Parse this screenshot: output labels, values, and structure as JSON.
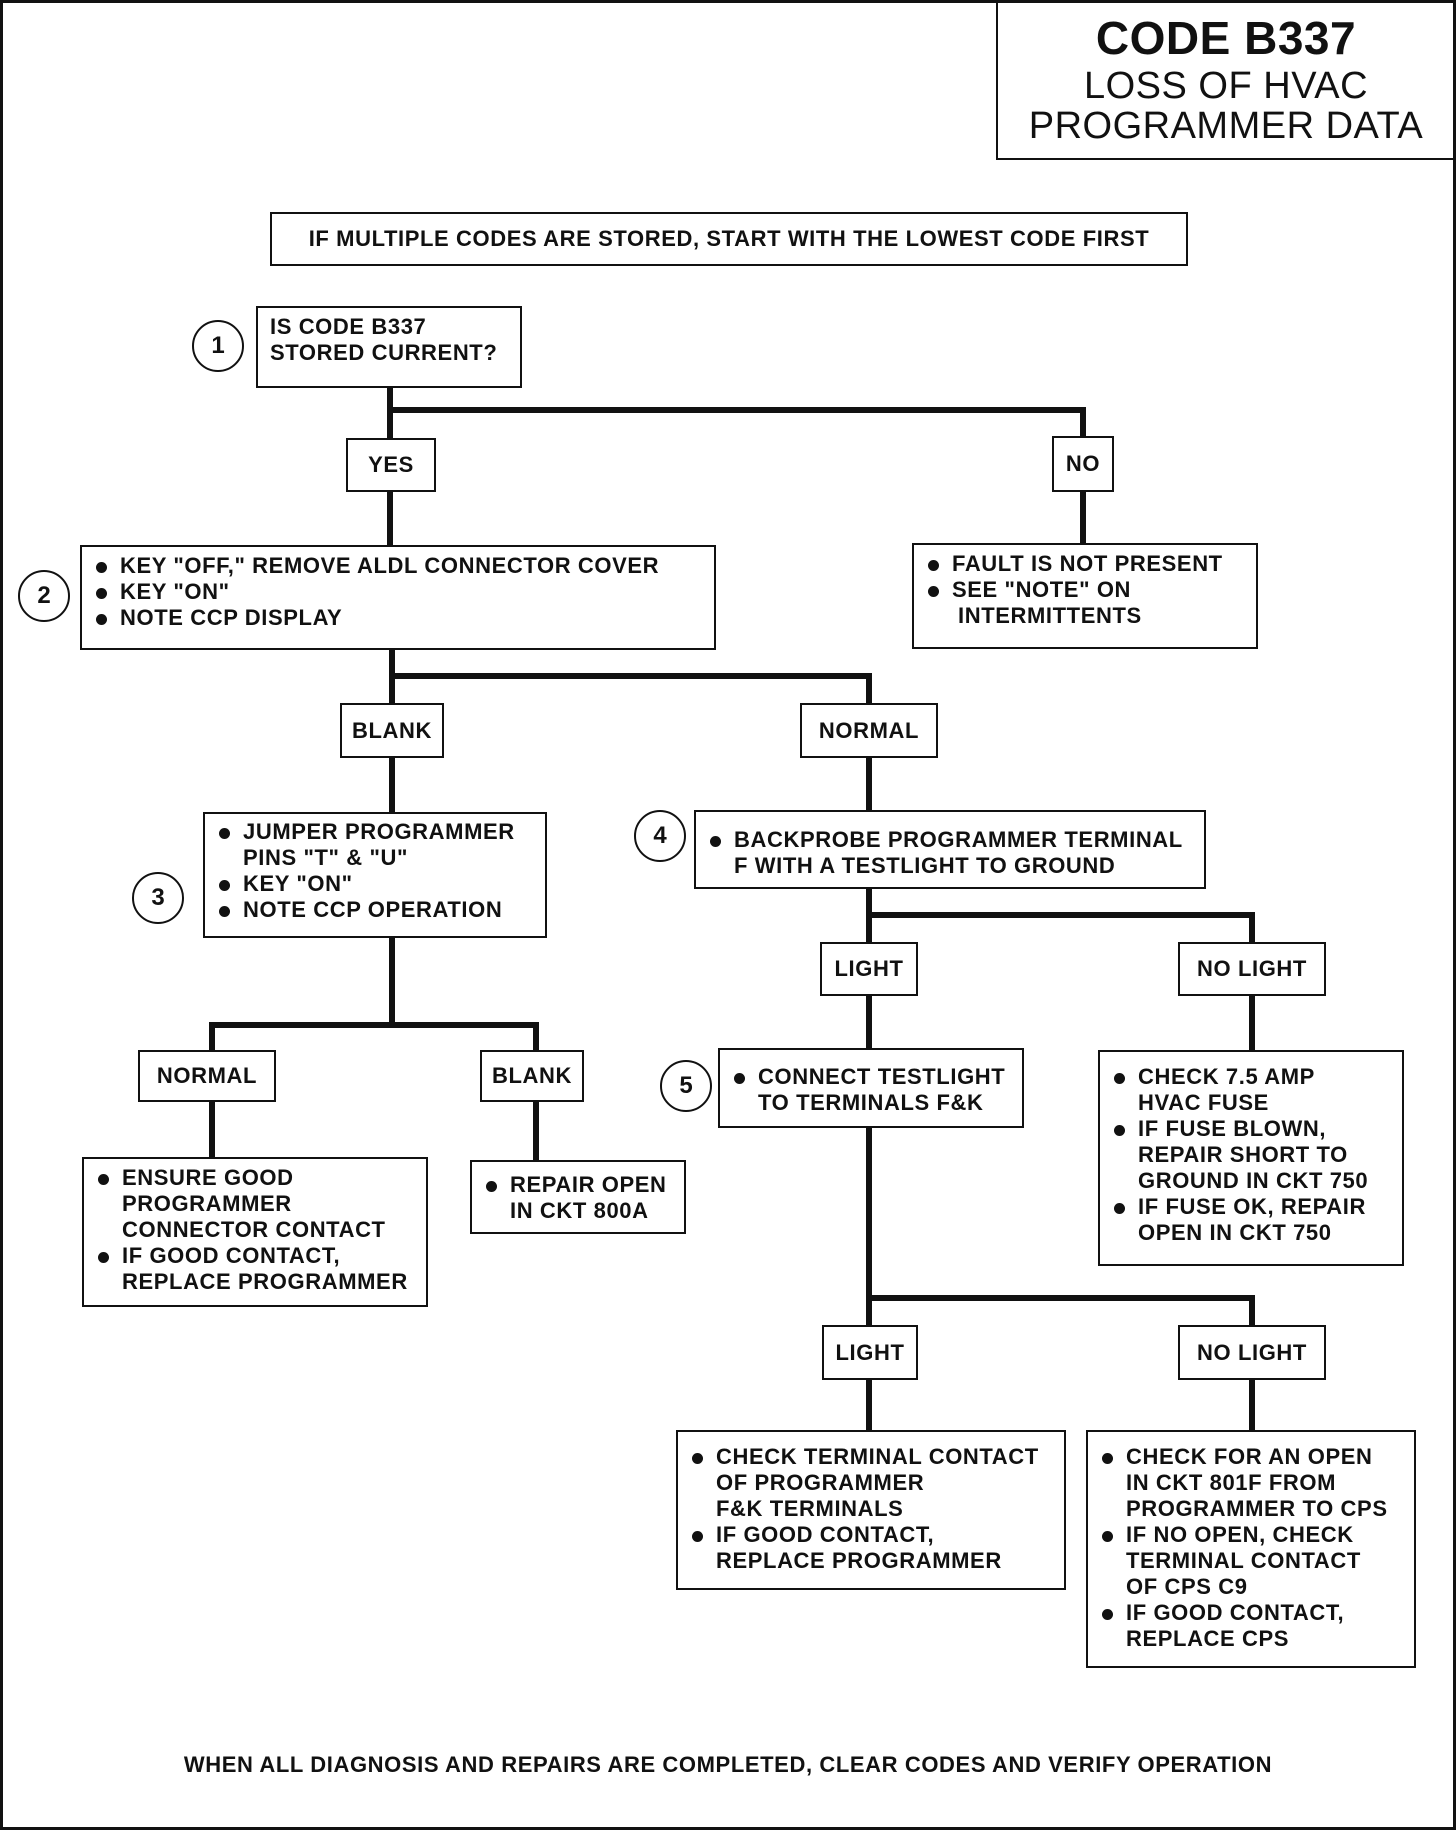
{
  "title": {
    "code": "CODE B337",
    "line1": "LOSS OF HVAC",
    "line2": "PROGRAMMER DATA"
  },
  "banner": "IF MULTIPLE CODES ARE STORED, START WITH THE LOWEST CODE FIRST",
  "steps": [
    "1",
    "2",
    "3",
    "4",
    "5"
  ],
  "labels": {
    "yes": "YES",
    "no": "NO",
    "blank": "BLANK",
    "normal": "NORMAL",
    "light": "LIGHT",
    "no_light": "NO LIGHT"
  },
  "boxes": {
    "q1": [
      "IS CODE B337",
      "STORED CURRENT?"
    ],
    "s2": [
      "KEY \"OFF,\" REMOVE ALDL CONNECTOR COVER",
      "KEY \"ON\"",
      "NOTE CCP DISPLAY"
    ],
    "fault": [
      "FAULT IS NOT PRESENT",
      "SEE \"NOTE\" ON",
      "INTERMITTENTS"
    ],
    "s3": [
      "JUMPER PROGRAMMER",
      "PINS \"T\" & \"U\"",
      "KEY \"ON\"",
      "NOTE CCP OPERATION"
    ],
    "s4": [
      "BACKPROBE PROGRAMMER TERMINAL",
      "F WITH A TESTLIGHT TO GROUND"
    ],
    "s5": [
      "CONNECT TESTLIGHT",
      "TO TERMINALS F&K"
    ],
    "fuse": [
      "CHECK 7.5 AMP",
      "HVAC FUSE",
      "IF FUSE BLOWN,",
      "REPAIR SHORT TO",
      "GROUND IN CKT 750",
      "IF FUSE OK, REPAIR",
      "OPEN IN CKT 750"
    ],
    "ensure": [
      "ENSURE GOOD",
      "PROGRAMMER",
      "CONNECTOR CONTACT",
      "IF GOOD CONTACT,",
      "REPLACE PROGRAMMER"
    ],
    "repair800": [
      "REPAIR OPEN",
      "IN CKT 800A"
    ],
    "checkterm": [
      "CHECK TERMINAL CONTACT",
      "OF PROGRAMMER",
      "F&K TERMINALS",
      "IF GOOD CONTACT,",
      "REPLACE PROGRAMMER"
    ],
    "checkopen": [
      "CHECK FOR AN OPEN",
      "IN CKT 801F FROM",
      "PROGRAMMER TO CPS",
      "IF NO OPEN, CHECK",
      "TERMINAL CONTACT",
      "OF CPS C9",
      "IF GOOD CONTACT,",
      "REPLACE CPS"
    ]
  },
  "footer": "WHEN ALL DIAGNOSIS AND REPAIRS ARE COMPLETED, CLEAR CODES AND VERIFY OPERATION"
}
